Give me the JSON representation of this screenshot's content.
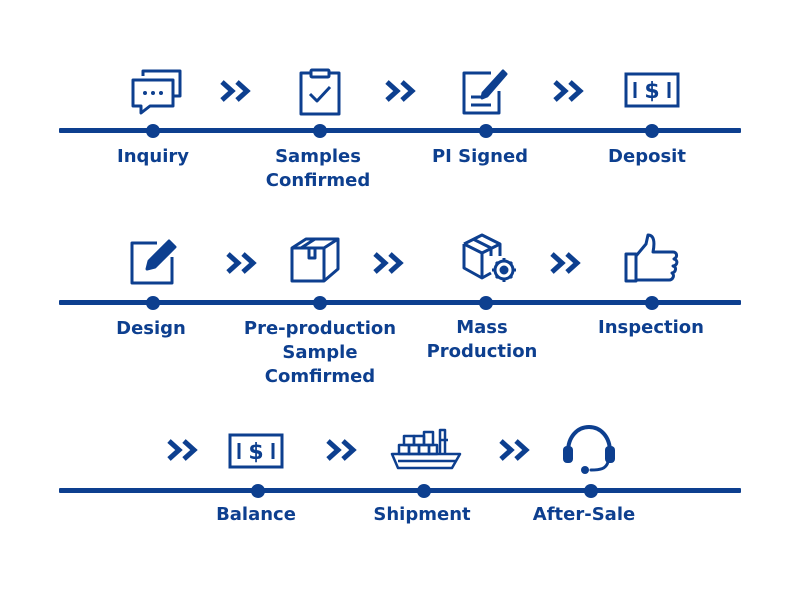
{
  "colors": {
    "primary": "#0d3f8f"
  },
  "steps": [
    {
      "label": "Inquiry",
      "icon": "chat-bubbles-icon"
    },
    {
      "label": "Samples\nConfirmed",
      "icon": "clipboard-check-icon"
    },
    {
      "label": "PI Signed",
      "icon": "signed-document-icon"
    },
    {
      "label": "Deposit",
      "icon": "cash-bill-icon"
    },
    {
      "label": "Design",
      "icon": "edit-pencil-icon"
    },
    {
      "label": "Pre-production\nSample\nComfirmed",
      "icon": "box-icon"
    },
    {
      "label": "Mass\nProduction",
      "icon": "box-gear-icon"
    },
    {
      "label": "Inspection",
      "icon": "thumbs-up-icon"
    },
    {
      "label": "Balance",
      "icon": "cash-bill-icon"
    },
    {
      "label": "Shipment",
      "icon": "cargo-ship-icon"
    },
    {
      "label": "After-Sale",
      "icon": "headset-icon"
    }
  ]
}
